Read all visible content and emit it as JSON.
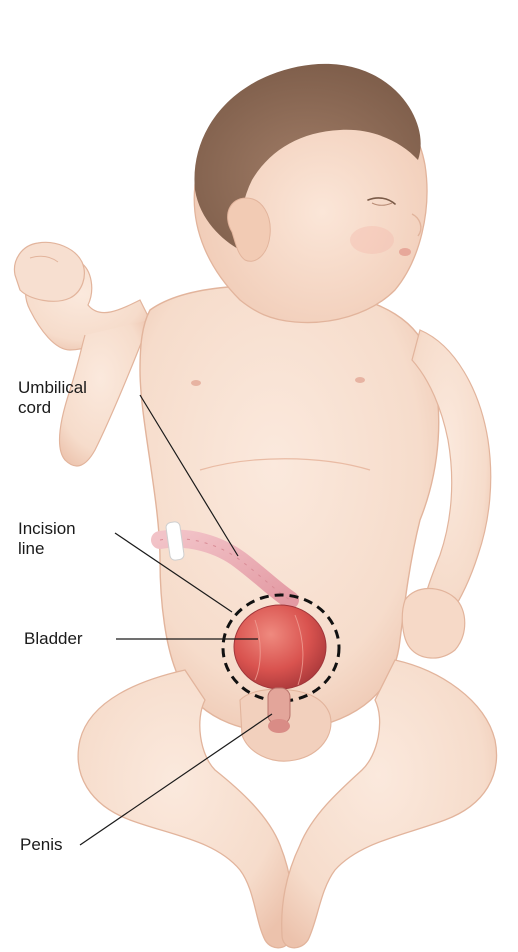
{
  "labels": {
    "umbilical_cord": "Umbilical\ncord",
    "incision_line": "Incision\nline",
    "bladder": "Bladder",
    "penis": "Penis"
  },
  "colors": {
    "skin": "#f6dccb",
    "skin_shadow": "#e9bba4",
    "hair": "#8a6651",
    "bladder": "#d9534f",
    "cord": "#eab0b6",
    "leader_line": "#1a1a1a",
    "incision_dash": "#111111"
  }
}
